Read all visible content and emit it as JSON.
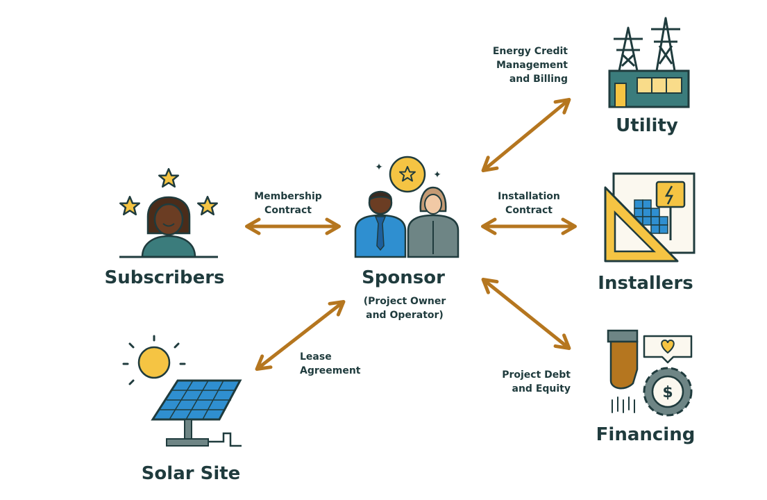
{
  "nodes": {
    "subscribers": {
      "label": "Subscribers"
    },
    "sponsor": {
      "label": "Sponsor",
      "sublabel_line1": "(Project Owner",
      "sublabel_line2": "and Operator)"
    },
    "solar_site": {
      "label": "Solar Site"
    },
    "utility": {
      "label": "Utility"
    },
    "installers": {
      "label": "Installers"
    },
    "financing": {
      "label": "Financing"
    }
  },
  "edges": {
    "membership": {
      "line1": "Membership",
      "line2": "Contract"
    },
    "lease": {
      "line1": "Lease",
      "line2": "Agreement"
    },
    "energy_credit": {
      "line1": "Energy Credit",
      "line2": "Management",
      "line3": "and Billing"
    },
    "installation": {
      "line1": "Installation",
      "line2": "Contract"
    },
    "debt_equity": {
      "line1": "Project Debt",
      "line2": "and Equity"
    }
  },
  "colors": {
    "arrow": "#b5761f",
    "outline": "#1f3b3d",
    "teal": "#3b7c7c",
    "gold": "#f5c443",
    "blue": "#2f8fd0",
    "skin_dark": "#6b3d23"
  }
}
